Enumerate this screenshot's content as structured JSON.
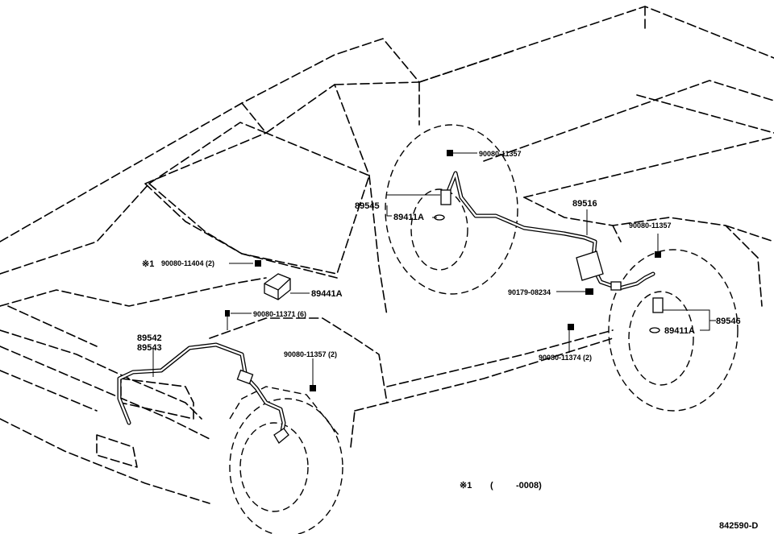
{
  "diagram": {
    "parts": {
      "front_harness_a": "89542",
      "front_harness_b": "89543",
      "front_bolt_note_mark": "※1",
      "front_bolt_note_code": "90080-11404 (2)",
      "ecu": "89441A",
      "bolt_front": "90080-11371 (6)",
      "bolt_front_wheel": "90080-11357 (2)",
      "left_rear_bolt": "90080-11357",
      "left_rear_sensor": "89545",
      "left_rear_cap": "89411A",
      "rear_harness": "89516",
      "clamp": "90179-08234",
      "frame_bolt": "90080-11374 (2)",
      "right_rear_bolt": "90080-11357",
      "right_rear_sensor": "89546",
      "right_rear_cap": "89411A"
    },
    "footnote": {
      "mark": "※1",
      "open_paren": "(",
      "range": "-0008)"
    },
    "drawing_code": "842590-D"
  }
}
